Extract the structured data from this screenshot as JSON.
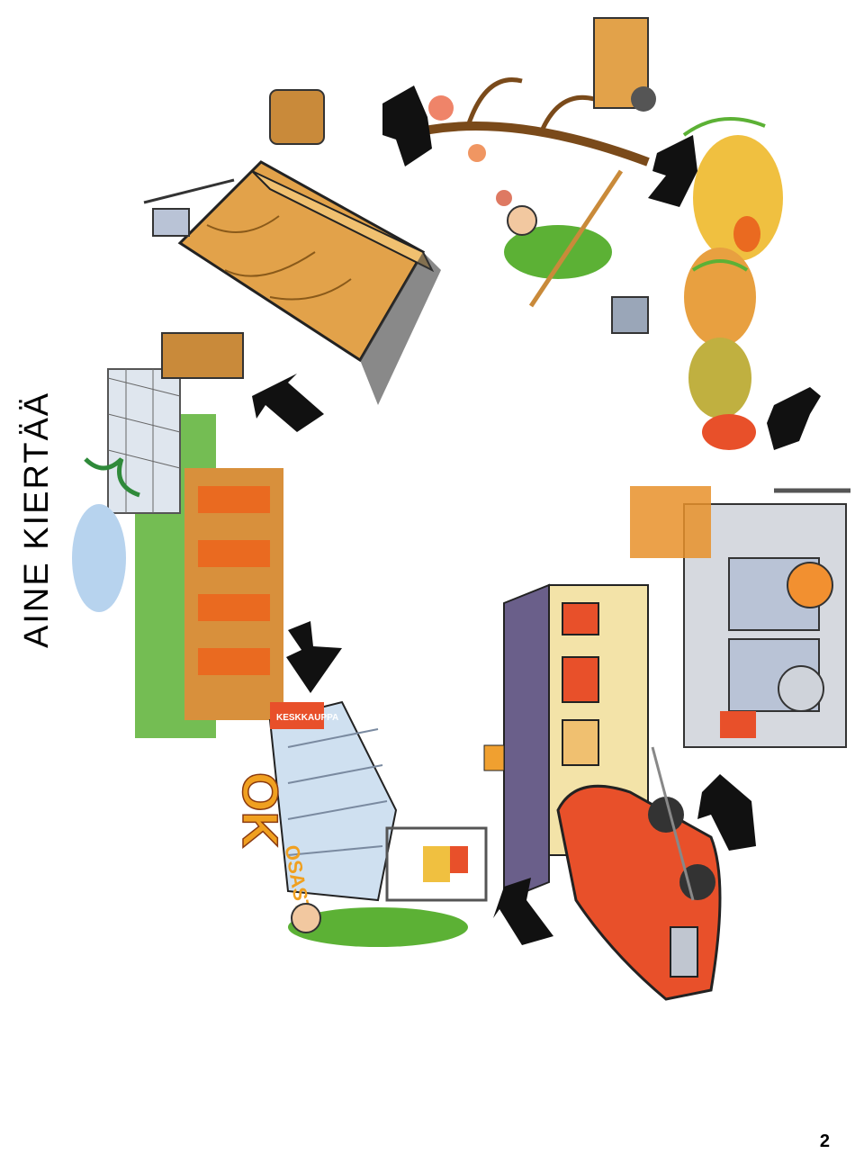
{
  "title": "AINE KIERTÄÄ",
  "page_number": "2",
  "store": {
    "logo_text": "OK",
    "sign_kauppa": "KESKKAUPPA",
    "sign_osasto": "OSASTO"
  },
  "colors": {
    "arrow": "#111111",
    "grass": "#5cb135",
    "wood": "#e2a24a",
    "car": "#e8502a",
    "house": "#6a5f8a",
    "sky": "#b7d3ee"
  },
  "scenes": [
    {
      "id": "garden-vegetables",
      "icon": "carrot-garden-icon"
    },
    {
      "id": "grocery-store",
      "icon": "shopping-cart-icon"
    },
    {
      "id": "home-and-car",
      "icon": "car-icon"
    },
    {
      "id": "kitchen-waste",
      "icon": "sink-icon"
    },
    {
      "id": "compost-pile",
      "icon": "compost-icon"
    },
    {
      "id": "raking-leaves",
      "icon": "rake-icon"
    },
    {
      "id": "compost-bin",
      "icon": "compost-bin-icon"
    }
  ]
}
